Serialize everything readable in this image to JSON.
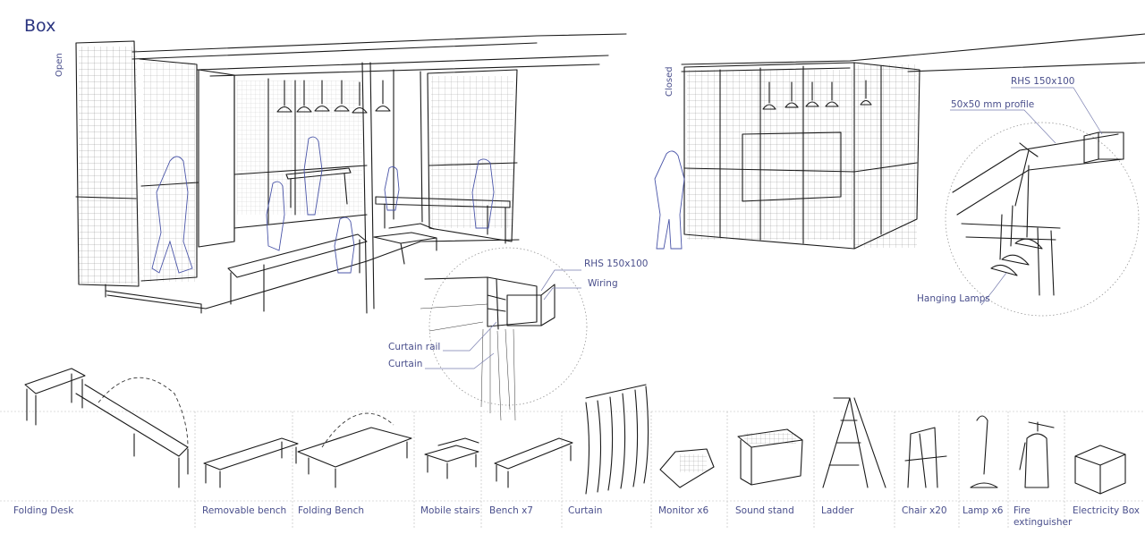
{
  "title": "Box",
  "views": {
    "open": "Open",
    "closed": "Closed"
  },
  "detail_left": {
    "rhs": "RHS 150x100",
    "wiring": "Wiring",
    "curtain_rail": "Curtain rail",
    "curtain": "Curtain"
  },
  "detail_right": {
    "rhs": "RHS 150x100",
    "profile": "50x50 mm profile",
    "hanging_lamps": "Hanging Lamps"
  },
  "items": [
    "Folding Desk",
    "Removable bench",
    "Folding Bench",
    "Mobile stairs",
    "Bench x7",
    "Curtain",
    "Monitor x6",
    "Sound stand",
    "Ladder",
    "Chair x20",
    "Lamp x6",
    "Fire extinguisher",
    "Electricity Box"
  ],
  "colors": {
    "label": "#4a4f8c",
    "title": "#2b3580",
    "ink": "#1a1a1a",
    "figure": "#4a55a8"
  }
}
